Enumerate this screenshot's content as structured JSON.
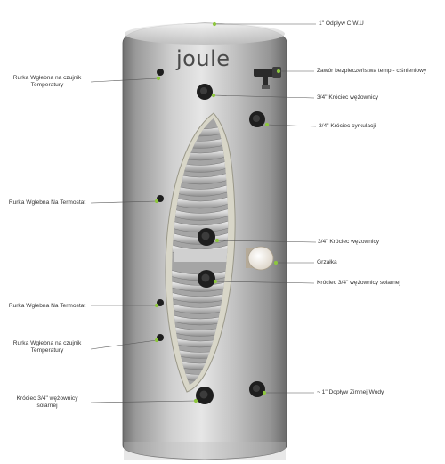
{
  "brand": {
    "logo": "joule",
    "tagline": "",
    "accent_color": "#8dc63f"
  },
  "labels_right": [
    {
      "id": "outlet-hot",
      "text": "1\" Odpływ C.W.U"
    },
    {
      "id": "safety-valve",
      "text": "Zawór bezpieczeństwa temp - ciśnieniowy"
    },
    {
      "id": "coil-port-top",
      "text": "3/4\" Króciec wężownicy"
    },
    {
      "id": "recirculation",
      "text": "3/4\" Króciec cyrkulacji"
    },
    {
      "id": "coil-port-mid",
      "text": "3/4\" Króciec wężownicy"
    },
    {
      "id": "heater",
      "text": "Grzałka"
    },
    {
      "id": "solar-coil-port",
      "text": "Króciec 3/4\" wężownicy solarnej"
    },
    {
      "id": "cold-inlet",
      "text": "~ 1\" Dopływ Zimnej Wody"
    }
  ],
  "labels_left": [
    {
      "id": "sensor-pocket-top",
      "lines": [
        "Rurka Wgłebna na czujnik",
        "Temperatury"
      ]
    },
    {
      "id": "thermostat-pocket-top",
      "lines": [
        "Rurka Wgłebna Na Termostat"
      ]
    },
    {
      "id": "thermostat-pocket-bottom",
      "lines": [
        "Rurka Wgłebna Na Termostat"
      ]
    },
    {
      "id": "sensor-pocket-bottom",
      "lines": [
        "Rurka Wgłebna na czujnik",
        "Temperatury"
      ]
    },
    {
      "id": "solar-coil-port-bottom",
      "lines": [
        "Króciec 3/4\" wężownicy",
        "solarnej"
      ]
    }
  ]
}
